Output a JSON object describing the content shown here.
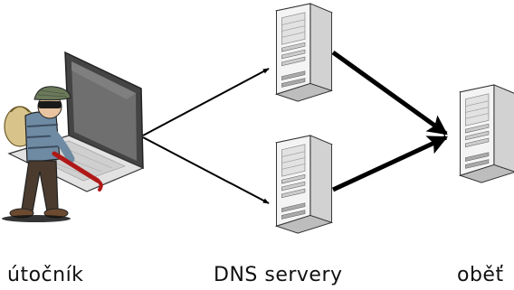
{
  "labels": {
    "attacker": "útočník",
    "dns_servers": "DNS servery",
    "victim": "oběť"
  },
  "nodes": [
    {
      "id": "attacker",
      "icon": "hacker-with-laptop-icon"
    },
    {
      "id": "dns-server-1",
      "icon": "server-tower-icon"
    },
    {
      "id": "dns-server-2",
      "icon": "server-tower-icon"
    },
    {
      "id": "victim",
      "icon": "server-tower-icon"
    }
  ],
  "edges": [
    {
      "from": "attacker",
      "to": "dns-server-1",
      "weight": "thin"
    },
    {
      "from": "attacker",
      "to": "dns-server-2",
      "weight": "thin"
    },
    {
      "from": "dns-server-1",
      "to": "victim",
      "weight": "thick"
    },
    {
      "from": "dns-server-2",
      "to": "victim",
      "weight": "thick"
    }
  ],
  "colors": {
    "server_body": "#f4f4f4",
    "server_side": "#d2d2d2",
    "outline": "#333333",
    "arrow": "#000000",
    "mask": "#1a1a1a",
    "hat": "#6b7a5a",
    "crowbar": "#b01818",
    "sack": "#d8c48a"
  }
}
